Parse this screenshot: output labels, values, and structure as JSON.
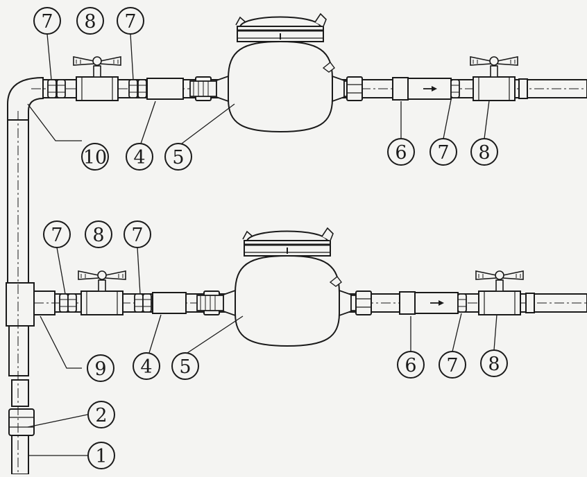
{
  "diagram": {
    "colors": {
      "paper": "#f4f4f2",
      "ink": "#1a1a1a"
    },
    "top_line": {
      "callouts": [
        "7",
        "8",
        "7",
        "10",
        "4",
        "5",
        "6",
        "7",
        "8"
      ]
    },
    "bottom_line": {
      "callouts": [
        "7",
        "8",
        "7",
        "9",
        "4",
        "5",
        "6",
        "7",
        "8"
      ]
    },
    "riser": {
      "callouts": [
        "2",
        "1"
      ]
    },
    "icons": [
      "water-meter-icon",
      "ball-valve-icon",
      "check-valve-icon",
      "pipe-icon"
    ]
  }
}
